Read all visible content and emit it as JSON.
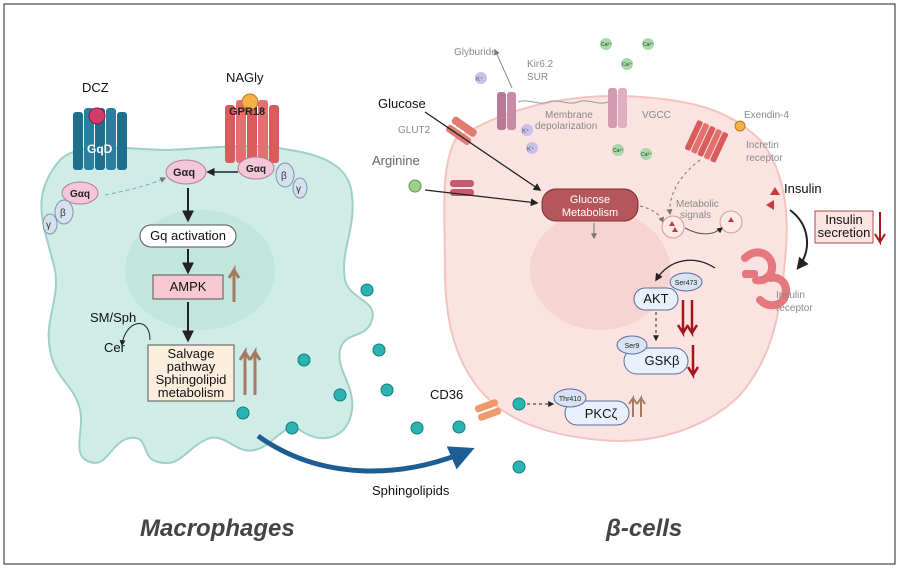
{
  "labels": {
    "dcz": "DCZ",
    "gqd": "GqD",
    "gaq_left": "Gαq",
    "beta_left": "β",
    "gamma_left": "γ",
    "nagly": "NAGly",
    "gpr18": "GPR18",
    "gaq_right": "Gαq",
    "beta_right": "β",
    "gamma_right": "γ",
    "gaq_center": "Gαq",
    "gq_activation": "Gq activation",
    "ampk": "AMPK",
    "sm_sph": "SM/Sph",
    "cer": "Cer",
    "salvage_line1": "Salvage",
    "salvage_line2": "pathway",
    "salvage_line3": "Sphingolipid",
    "salvage_line4": "metabolism",
    "sphingolipids": "Sphingolipids",
    "macrophages": "Macrophages",
    "beta_cells": "β-cells",
    "glyburide": "Glyburide",
    "kir62": "Kir6.2",
    "sur": "SUR",
    "membrane_depol_1": "Membrane",
    "membrane_depol_2": "depolarization",
    "vgcc": "VGCC",
    "glucose": "Glucose",
    "glut2": "GLUT2",
    "arginine": "Arginine",
    "glucose_metab_1": "Glucose",
    "glucose_metab_2": "Metabolism",
    "metabolic_signals_1": "Metabolic",
    "metabolic_signals_2": "signals",
    "exendin4": "Exendin-4",
    "incretin_1": "Incretin",
    "incretin_2": "receptor",
    "insulin": "Insulin",
    "insulin_secretion_1": "Insulin",
    "insulin_secretion_2": "secretion",
    "insulin_receptor_1": "Insulin",
    "insulin_receptor_2": "receptor",
    "akt": "AKT",
    "ser473": "Ser473",
    "ser9": "Ser9",
    "gsk": "GSKβ",
    "cd36": "CD36",
    "thr410": "Thr410",
    "pkcz": "PKCζ",
    "kion": "K⁺",
    "caion": "Ca²⁺"
  },
  "colors": {
    "macrophage_fill": "#cfece6",
    "beta_cell_fill": "#fbe3e1",
    "gqd_receptor": "#1f6e8c",
    "gpr18_receptor": "#d95c5c",
    "gaq_protein": "#f3c6d8",
    "ampk_box": "#f6c9d0",
    "salvage_box": "#fbeedd",
    "glucose_box": "#b5565a",
    "up_arrow": "#a77b63",
    "down_arrow": "#a3161d",
    "sphingolipid_dot": "#2bb3b1",
    "flow_arrow": "#1c5d93"
  }
}
